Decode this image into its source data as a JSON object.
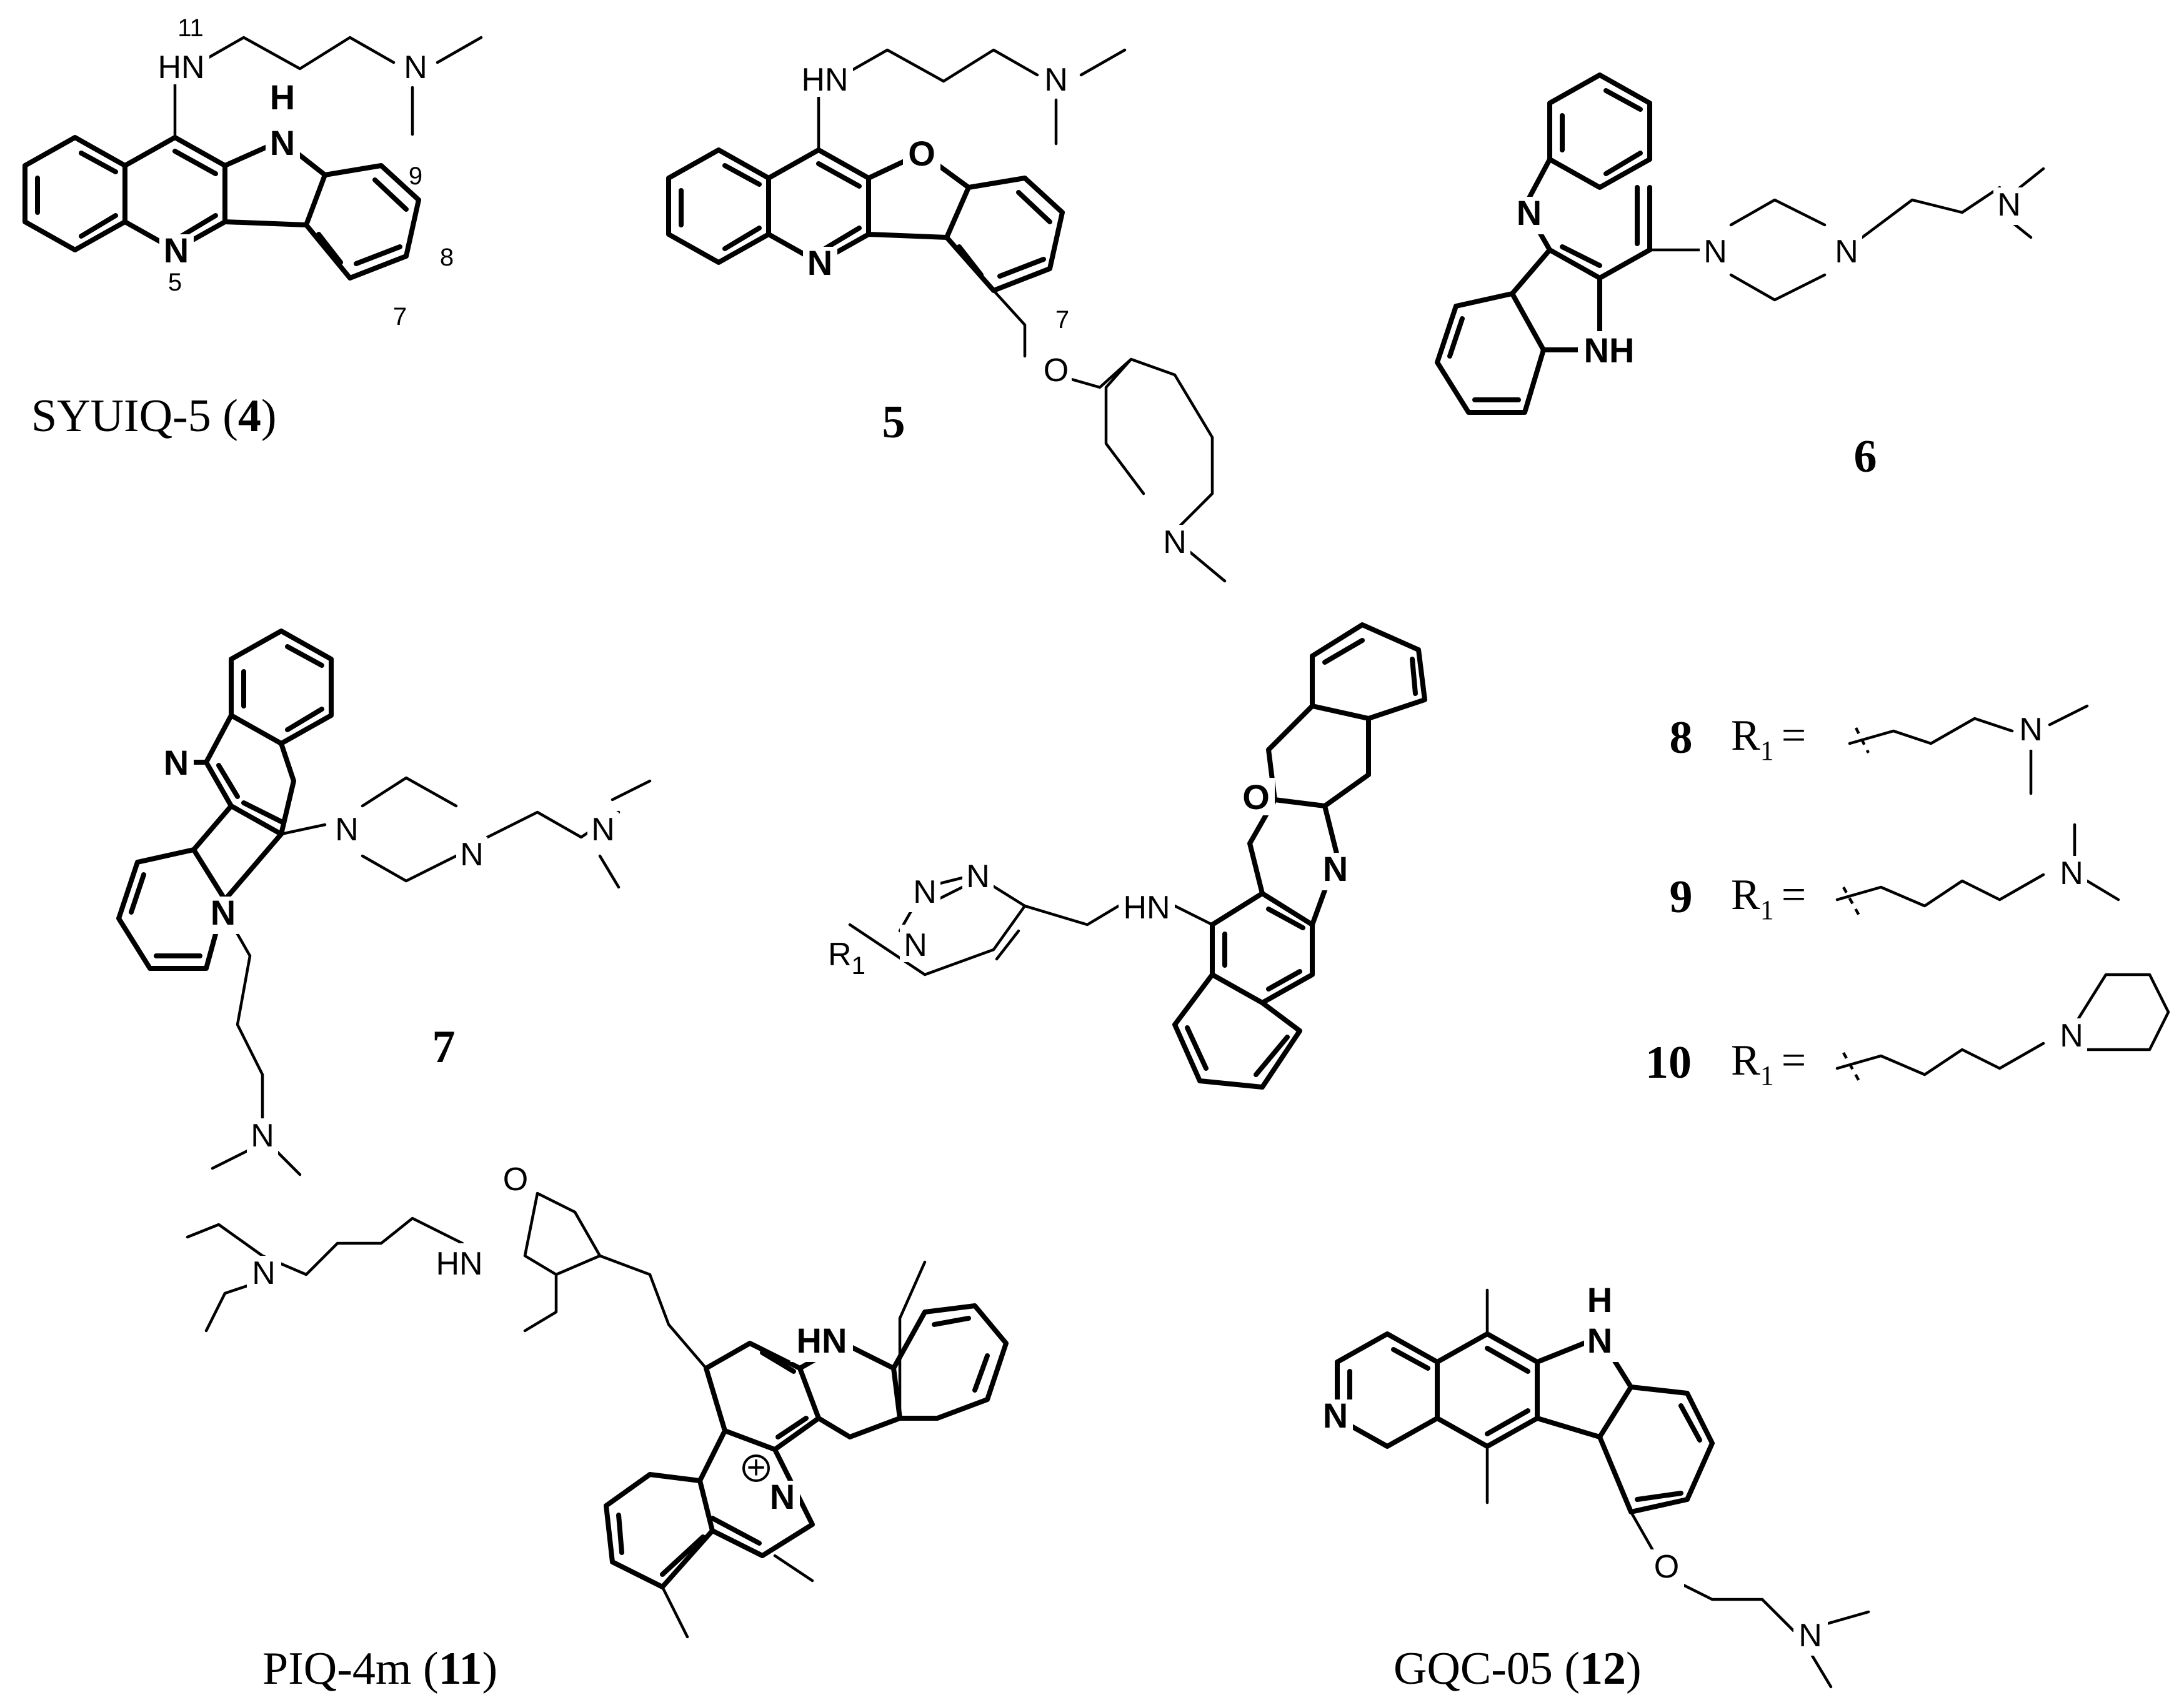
{
  "compounds": {
    "c4": {
      "name": "SYUIQ-5",
      "number": "4",
      "labels": {
        "nh": "HN",
        "n_amine": "N",
        "nh_ring": "H",
        "n_ring": "N",
        "n_pyridine": "N",
        "locant_11": "11",
        "locant_5": "5",
        "locant_7": "7",
        "locant_8": "8",
        "locant_9": "9"
      }
    },
    "c5": {
      "number": "5",
      "labels": {
        "nh": "HN",
        "n_amine": "N",
        "o_furan": "O",
        "n_ring": "N",
        "o_ether": "O",
        "n_pip": "N",
        "locant_7": "7"
      }
    },
    "c6": {
      "number": "6",
      "labels": {
        "n_ring": "N",
        "nh": "NH",
        "n_pip1": "N",
        "n_pip2": "N",
        "n_amine": "N"
      }
    },
    "c7": {
      "number": "7",
      "labels": {
        "n_ring": "N",
        "n_indole": "N",
        "n_pip1": "N",
        "n_pip2": "N",
        "n_amine1": "N",
        "n_amine2": "N"
      }
    },
    "triazole": {
      "labels": {
        "r1": "R",
        "r1_sub": "1",
        "n1": "N",
        "n2": "N",
        "n3": "N",
        "nh": "HN",
        "o": "O",
        "n_ring": "N"
      }
    },
    "r_groups": [
      {
        "number": "8",
        "r": "R",
        "sub": "1",
        "eq": "=",
        "n": "N"
      },
      {
        "number": "9",
        "r": "R",
        "sub": "1",
        "eq": "=",
        "n": "N"
      },
      {
        "number": "10",
        "r": "R",
        "sub": "1",
        "eq": "=",
        "n": "N"
      }
    ],
    "c11": {
      "name": "PIQ-4m",
      "number": "11",
      "labels": {
        "o": "O",
        "hn_amide": "HN",
        "n_amine": "N",
        "hn_indole": "HN",
        "n_plus": "N",
        "plus": "+"
      }
    },
    "c12": {
      "name": "GQC-05",
      "number": "12",
      "labels": {
        "nh_h": "H",
        "nh_n": "N",
        "n_pyr": "N",
        "o": "O",
        "n_amine": "N"
      }
    }
  }
}
